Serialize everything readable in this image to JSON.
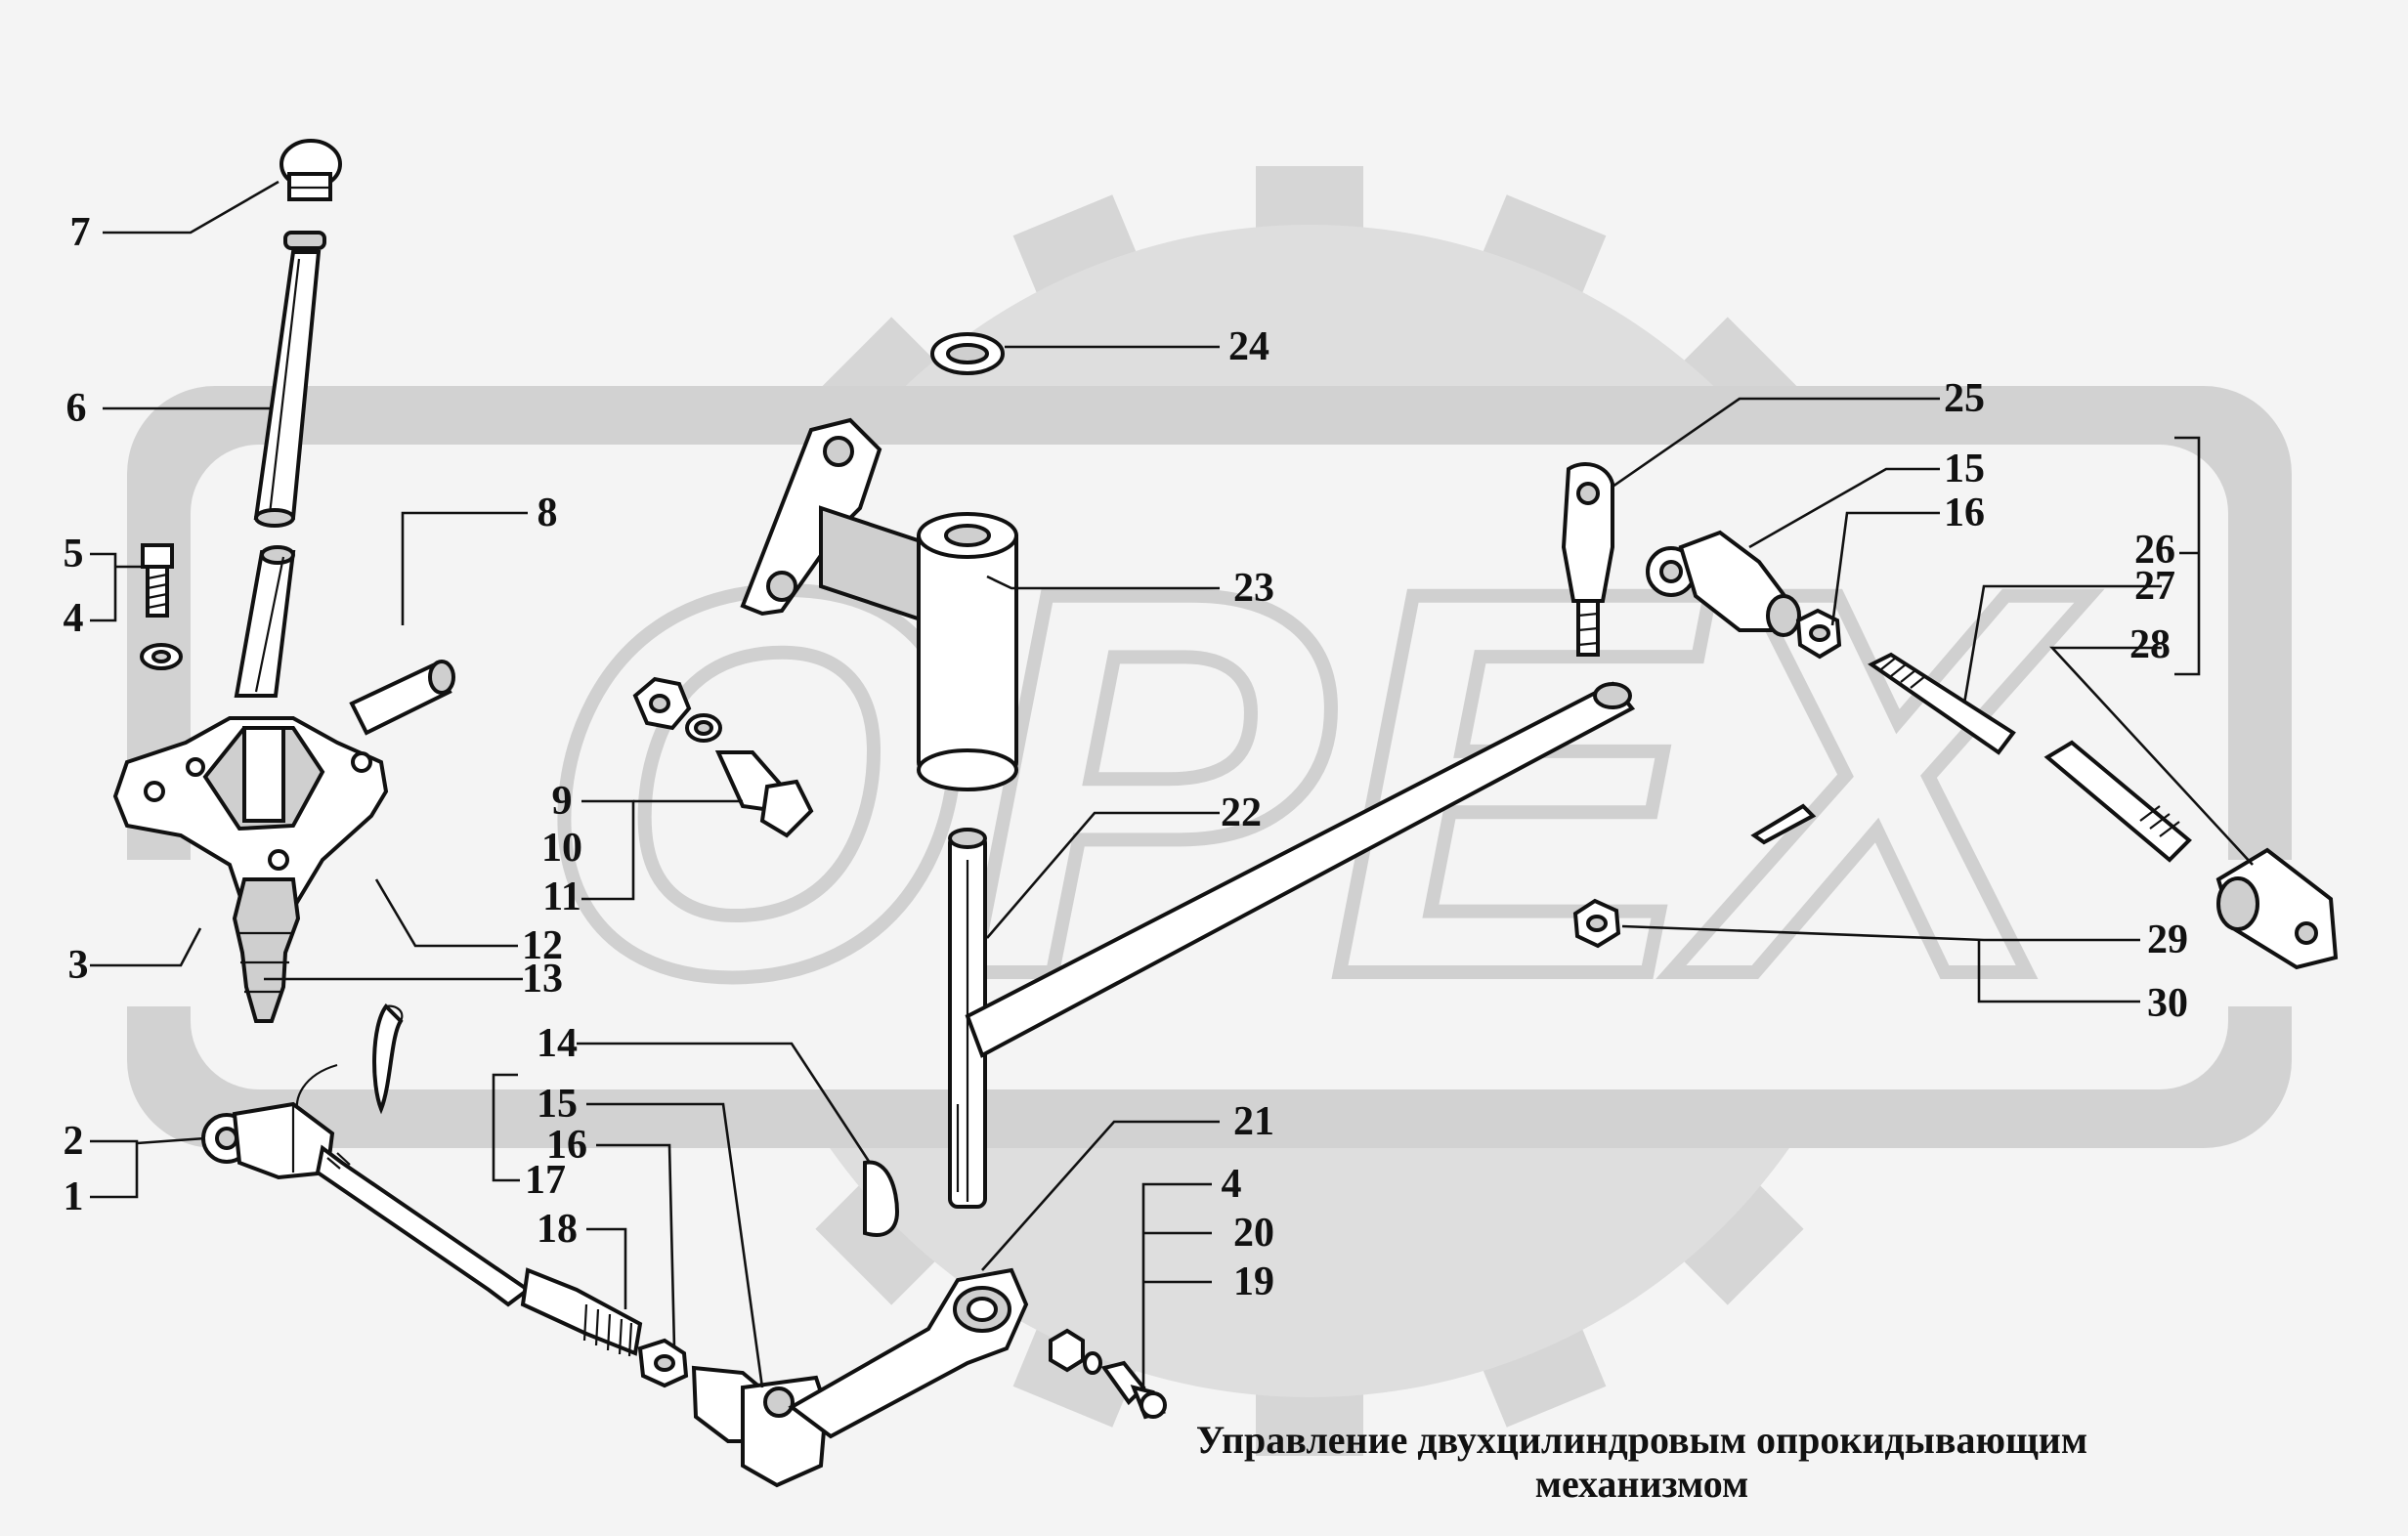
{
  "caption": {
    "line1": "Управление двухцилиндровым опрокидывающим",
    "line2": "механизмом"
  },
  "watermark": {
    "text": "OPEX",
    "color": "#d6d6d6"
  },
  "callouts": [
    {
      "id": "c7",
      "label": "7"
    },
    {
      "id": "c6",
      "label": "6"
    },
    {
      "id": "c5",
      "label": "5"
    },
    {
      "id": "c4a",
      "label": "4"
    },
    {
      "id": "c3",
      "label": "3"
    },
    {
      "id": "c2",
      "label": "2"
    },
    {
      "id": "c1",
      "label": "1"
    },
    {
      "id": "c8",
      "label": "8"
    },
    {
      "id": "c9",
      "label": "9"
    },
    {
      "id": "c10",
      "label": "10"
    },
    {
      "id": "c11",
      "label": "11"
    },
    {
      "id": "c12",
      "label": "12"
    },
    {
      "id": "c13",
      "label": "13"
    },
    {
      "id": "c14",
      "label": "14"
    },
    {
      "id": "c15a",
      "label": "15"
    },
    {
      "id": "c16a",
      "label": "16"
    },
    {
      "id": "c17",
      "label": "17"
    },
    {
      "id": "c18",
      "label": "18"
    },
    {
      "id": "c24",
      "label": "24"
    },
    {
      "id": "c23",
      "label": "23"
    },
    {
      "id": "c22",
      "label": "22"
    },
    {
      "id": "c21",
      "label": "21"
    },
    {
      "id": "c4b",
      "label": "4"
    },
    {
      "id": "c20",
      "label": "20"
    },
    {
      "id": "c19",
      "label": "19"
    },
    {
      "id": "c25",
      "label": "25"
    },
    {
      "id": "c15b",
      "label": "15"
    },
    {
      "id": "c16b",
      "label": "16"
    },
    {
      "id": "c26",
      "label": "26"
    },
    {
      "id": "c27",
      "label": "27"
    },
    {
      "id": "c28",
      "label": "28"
    },
    {
      "id": "c29",
      "label": "29"
    },
    {
      "id": "c30",
      "label": "30"
    }
  ]
}
